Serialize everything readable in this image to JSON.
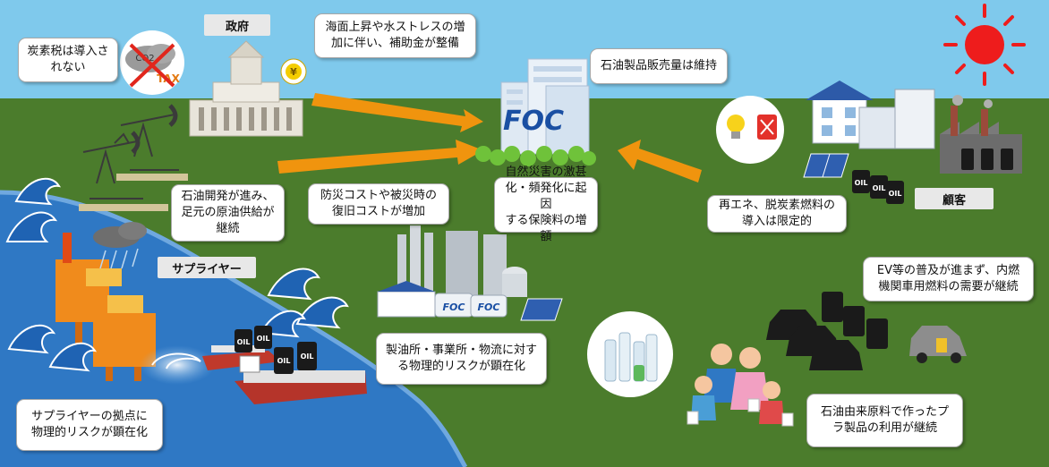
{
  "colors": {
    "sky": "#7fc9ec",
    "land": "#4b7c2c",
    "sea": "#2f78c4",
    "arrow": "#f0940e",
    "sun": "#ee1c1c",
    "brand_blue": "#1a4fa3"
  },
  "brand": {
    "logo": "FOC"
  },
  "labels": {
    "government": "政府",
    "supplier": "サプライヤー",
    "customer": "顧客"
  },
  "callouts": {
    "carbon_tax": "炭素税は導入さ\nれない",
    "subsidy": "海面上昇や水ストレスの増\n加に伴い、補助金が整備",
    "sales_maintained": "石油製品販売量は維持",
    "oil_development": "石油開発が進み、\n足元の原油供給が\n継続",
    "disaster_cost": "防災コストや被災時の\n復旧コストが増加",
    "insurance": "自然災害の激甚\n化・頻発化に起因\nする保険料の増額",
    "renewable_limited": "再エネ、脱炭素燃料の\n導入は限定的",
    "ev_slow": "EV等の普及が進まず、内燃\n機関車用燃料の需要が継続",
    "refinery_risk": "製油所・事業所・物流に対す\nる物理的リスクが顕在化",
    "supplier_risk": "サプライヤーの拠点に\n物理的リスクが顕在化",
    "plastic_use": "石油由来原料で作ったプ\nラ製品の利用が継続"
  },
  "icons": {
    "co2_label": "CO2",
    "tax_label": "TAX",
    "yen_label": "¥",
    "oil_label": "OIL"
  }
}
